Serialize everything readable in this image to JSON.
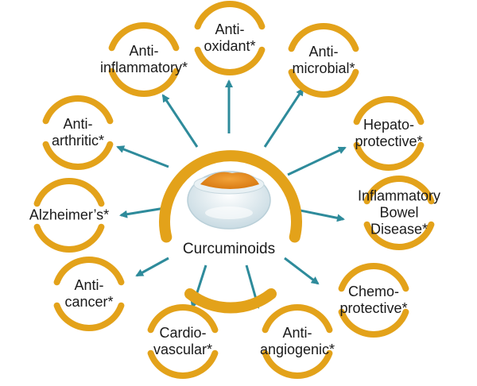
{
  "center": {
    "label": "Curcuminoids",
    "image": "curcumin-powder-bowl"
  },
  "colors": {
    "ring": "#e3a21a",
    "arrow": "#2e8b9b",
    "text": "#1a1a1a"
  },
  "benefits": [
    {
      "id": "anti-oxidant",
      "lines": [
        "Anti-",
        "oxidant*"
      ]
    },
    {
      "id": "anti-microbial",
      "lines": [
        "Anti-",
        "microbial*"
      ]
    },
    {
      "id": "hepato-protective",
      "lines": [
        "Hepato-",
        "protective*"
      ]
    },
    {
      "id": "inflammatory-bowel-disease",
      "lines": [
        "Inflammatory",
        "Bowel",
        "Disease*"
      ]
    },
    {
      "id": "chemo-protective",
      "lines": [
        "Chemo-",
        "protective*"
      ]
    },
    {
      "id": "anti-angiogenic",
      "lines": [
        "Anti-",
        "angiogenic*"
      ]
    },
    {
      "id": "cardio-vascular",
      "lines": [
        "Cardio-",
        "vascular*"
      ]
    },
    {
      "id": "anti-cancer",
      "lines": [
        "Anti-",
        "cancer*"
      ]
    },
    {
      "id": "alzheimers",
      "lines": [
        "Alzheimer’s*"
      ]
    },
    {
      "id": "anti-arthritic",
      "lines": [
        "Anti-",
        "arthritic*"
      ]
    },
    {
      "id": "anti-inflammatory",
      "lines": [
        "Anti-",
        "inflammatory*"
      ]
    }
  ]
}
